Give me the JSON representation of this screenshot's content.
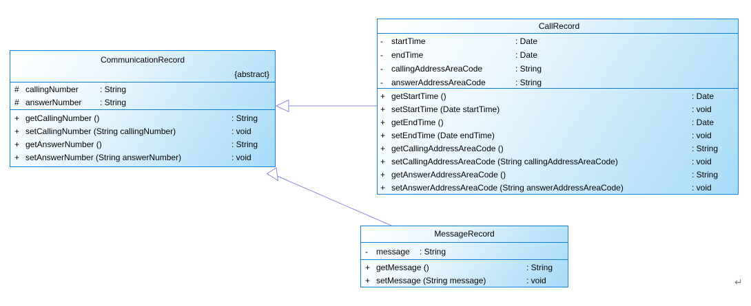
{
  "diagram_type": "uml-class-diagram",
  "colors": {
    "box_border": "#0e7fd2",
    "box_fill_light": "#ffffff",
    "box_fill_dark": "#a7dbf7",
    "connector": "#8a8ae0",
    "text": "#000000",
    "return_mark_color": "#7b7b7b"
  },
  "classes": [
    {
      "name": "CommunicationRecord",
      "stereotype": "{abstract}",
      "attributes": [
        {
          "vis": "#",
          "name": "callingNumber",
          "type": ": String"
        },
        {
          "vis": "#",
          "name": "answerNumber",
          "type": ": String"
        }
      ],
      "methods": [
        {
          "vis": "+",
          "name": "getCallingNumber ()",
          "type": ": String"
        },
        {
          "vis": "+",
          "name": "setCallingNumber (String callingNumber)",
          "type": ": void"
        },
        {
          "vis": "+",
          "name": "getAnswerNumber ()",
          "type": ": String"
        },
        {
          "vis": "+",
          "name": "setAnswerNumber (String answerNumber)",
          "type": ": void"
        }
      ]
    },
    {
      "name": "CallRecord",
      "stereotype": "",
      "attributes": [
        {
          "vis": "-",
          "name": "startTime",
          "type": ": Date"
        },
        {
          "vis": "-",
          "name": "endTime",
          "type": ": Date"
        },
        {
          "vis": "-",
          "name": "callingAddressAreaCode",
          "type": ": String"
        },
        {
          "vis": "-",
          "name": "answerAddressAreaCode",
          "type": ": String"
        }
      ],
      "methods": [
        {
          "vis": "+",
          "name": "getStartTime ()",
          "type": ": Date"
        },
        {
          "vis": "+",
          "name": "setStartTime (Date startTime)",
          "type": ": void"
        },
        {
          "vis": "+",
          "name": "getEndTime ()",
          "type": ": Date"
        },
        {
          "vis": "+",
          "name": "setEndTime (Date endTime)",
          "type": ": void"
        },
        {
          "vis": "+",
          "name": "getCallingAddressAreaCode ()",
          "type": ": String"
        },
        {
          "vis": "+",
          "name": "setCallingAddressAreaCode (String callingAddressAreaCode)",
          "type": ": void"
        },
        {
          "vis": "+",
          "name": "getAnswerAddressAreaCode ()",
          "type": ": String"
        },
        {
          "vis": "+",
          "name": "setAnswerAddressAreaCode (String answerAddressAreaCode)",
          "type": ": void"
        }
      ]
    },
    {
      "name": "MessageRecord",
      "stereotype": "",
      "attributes": [
        {
          "vis": "-",
          "name": "message",
          "type": ": String"
        }
      ],
      "methods": [
        {
          "vis": "+",
          "name": "getMessage ()",
          "type": ": String"
        },
        {
          "vis": "+",
          "name": "setMessage (String message)",
          "type": ": void"
        }
      ]
    }
  ],
  "relationships": [
    {
      "type": "generalization",
      "from": "CallRecord",
      "to": "CommunicationRecord"
    },
    {
      "type": "generalization",
      "from": "MessageRecord",
      "to": "CommunicationRecord"
    }
  ],
  "artifacts": {
    "return_mark": "↵"
  }
}
